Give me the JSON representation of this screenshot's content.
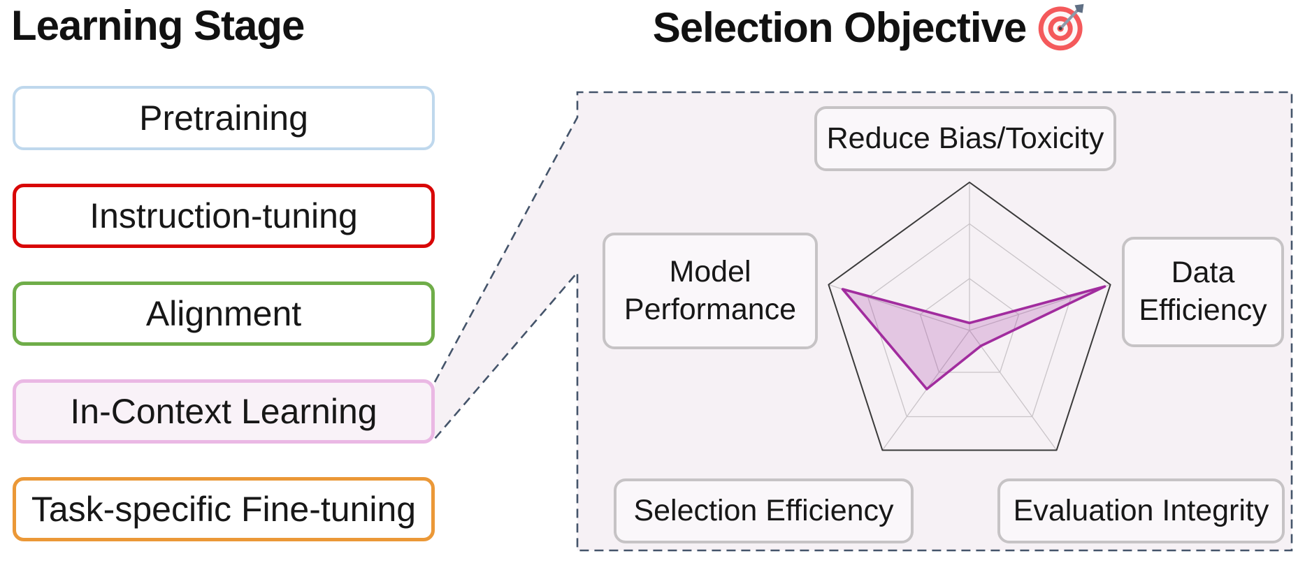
{
  "left_column": {
    "title": "Learning Stage",
    "stages": [
      {
        "label": "Pretraining",
        "border_color": "#BFD8ED",
        "fill_color": "#FFFFFF"
      },
      {
        "label": "Instruction-tuning",
        "border_color": "#D80606",
        "fill_color": "#FFFFFF"
      },
      {
        "label": "Alignment",
        "border_color": "#6FAD49",
        "fill_color": "#FFFFFF"
      },
      {
        "label": "In-Context Learning",
        "border_color": "#EAB8E4",
        "fill_color": "#F9F2F8"
      },
      {
        "label": "Task-specific Fine-tuning",
        "border_color": "#EB9837",
        "fill_color": "#FFFFFF"
      }
    ]
  },
  "right_panel": {
    "title": "Selection Objective",
    "title_icon": "target-dart-icon",
    "background_color": "#F6F1F5",
    "border_color": "#44546A",
    "label_box_fill": "#FAF7FA",
    "label_box_border": "#C6C3C5"
  },
  "chart_data": {
    "type": "radar",
    "axes": [
      {
        "label": "Reduce Bias/Toxicity",
        "value": 0.05
      },
      {
        "label": "Data Efficiency",
        "value": 0.96
      },
      {
        "label": "Evaluation Integrity",
        "value": 0.13
      },
      {
        "label": "Selection Efficiency",
        "value": 0.49
      },
      {
        "label": "Model Performance",
        "value": 0.9
      }
    ],
    "value_range": [
      0,
      1
    ],
    "grid_rings": [
      0.35,
      0.72
    ],
    "grid_color": "#C9C4C8",
    "outline_color": "#3A3A3A",
    "series_color": "#A12C9E",
    "series_fill": "rgba(161,44,158,0.22)",
    "legend": "none"
  }
}
